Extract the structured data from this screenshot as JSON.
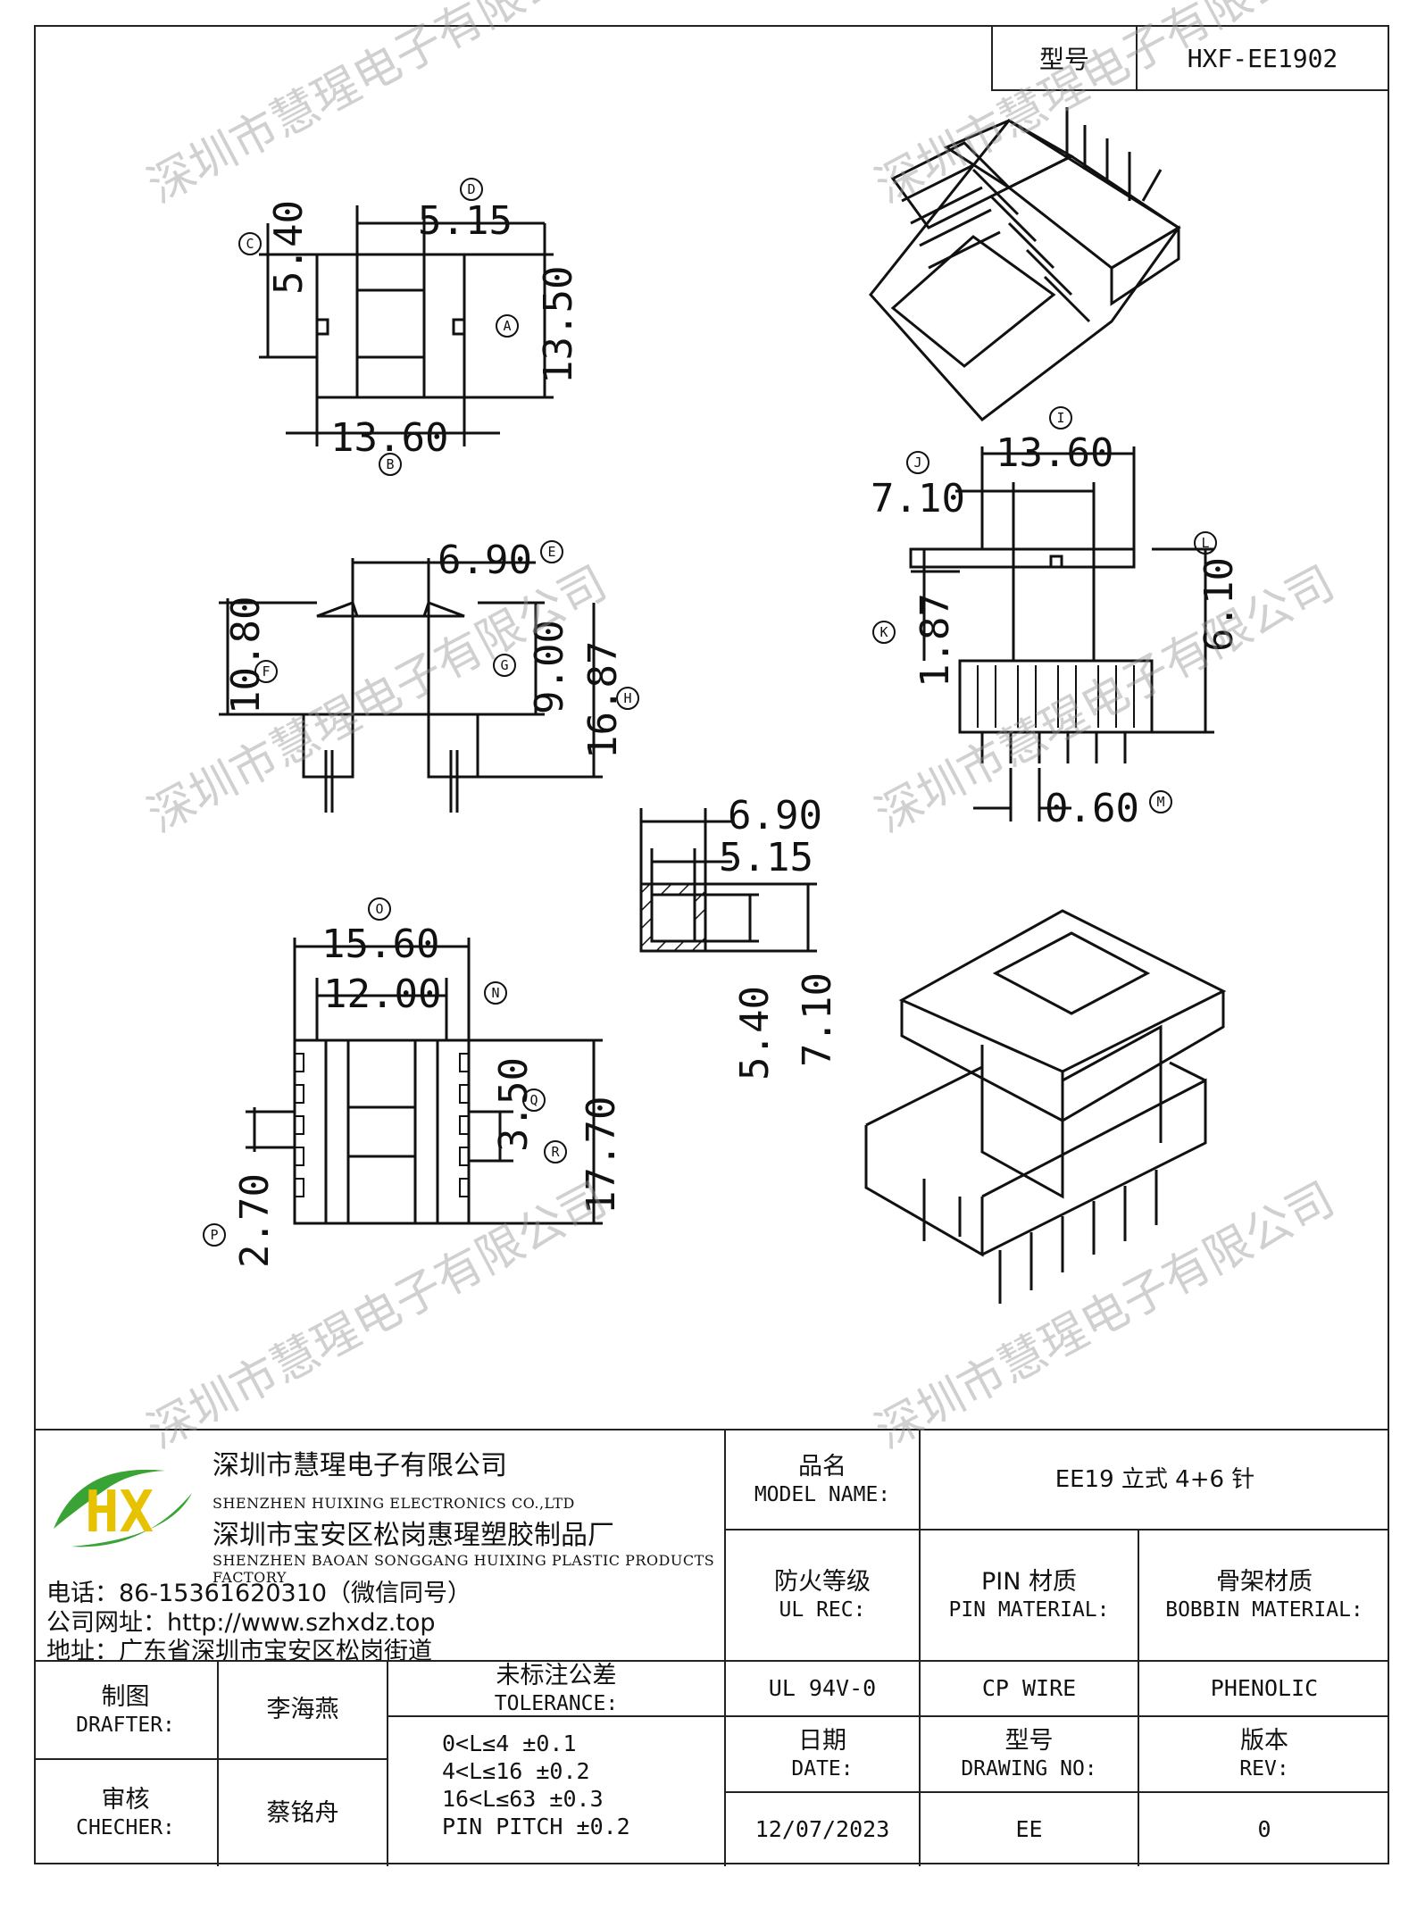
{
  "header": {
    "model_label": "型号",
    "model_value": "HXF-EE1902"
  },
  "dimensions": {
    "top": {
      "c": "5.40",
      "d": "5.15",
      "a": "13.50",
      "b": "13.60",
      "t_c": "C",
      "t_d": "D",
      "t_a": "A",
      "t_b": "B"
    },
    "side_left": {
      "e": "6.90",
      "f": "10.80",
      "g": "9.00",
      "h": "16.87",
      "t_e": "E",
      "t_f": "F",
      "t_g": "G",
      "t_h": "H"
    },
    "side_right": {
      "i": "13.60",
      "j": "7.10",
      "k": "1.87",
      "l": "6.10",
      "m": "0.60",
      "t_i": "I",
      "t_j": "J",
      "t_k": "K",
      "t_l": "L",
      "t_m": "M"
    },
    "section": {
      "a": "6.90",
      "b": "5.15",
      "c": "5.40",
      "d": "7.10"
    },
    "bottom": {
      "o": "15.60",
      "n": "12.00",
      "q": "3.50",
      "r": "17.70",
      "p": "2.70",
      "t_o": "O",
      "t_n": "N",
      "t_q": "Q",
      "t_r": "R",
      "t_p": "P"
    }
  },
  "company": {
    "logo_text": "HX",
    "name_cn": "深圳市慧瑆电子有限公司",
    "name_en": "SHENZHEN HUIXING ELECTRONICS CO.,LTD",
    "factory_cn": "深圳市宝安区松岗惠瑆塑胶制品厂",
    "factory_en": "SHENZHEN BAOAN SONGGANG HUIXING PLASTIC PRODUCTS FACTORY",
    "phone": "电话：86-15361620310（微信同号）",
    "website": "公司网址：http://www.szhxdz.top",
    "address": "地址：广东省深圳市宝安区松岗街道"
  },
  "title_block": {
    "model_name_cn": "品名",
    "model_name_en": "MODEL NAME:",
    "model_name_value": "EE19 立式 4+6 针",
    "ul_cn": "防火等级",
    "ul_en": "UL REC:",
    "pin_cn": "PIN 材质",
    "pin_en": "PIN MATERIAL:",
    "bobbin_cn": "骨架材质",
    "bobbin_en": "BOBBIN MATERIAL:",
    "ul_value": "UL 94V-0",
    "pin_value": "CP WIRE",
    "bobbin_value": "PHENOLIC",
    "drafter_cn": "制图",
    "drafter_en": "DRAFTER:",
    "drafter_name": "李海燕",
    "checker_cn": "审核",
    "checker_en": "CHECHER:",
    "checker_name": "蔡铭舟",
    "tolerance_cn": "未标注公差",
    "tolerance_en": "TOLERANCE:",
    "tolerance_lines": [
      "0<L≤4  ±0.1",
      "4<L≤16 ±0.2",
      "16<L≤63 ±0.3",
      "PIN PITCH ±0.2"
    ],
    "date_cn": "日期",
    "date_en": "DATE:",
    "date_value": "12/07/2023",
    "drawing_cn": "型号",
    "drawing_en": "DRAWING NO:",
    "drawing_value": "EE",
    "rev_cn": "版本",
    "rev_en": "REV:",
    "rev_value": "0"
  },
  "watermark": "深圳市慧瑆电子有限公司",
  "colors": {
    "logo_green": "#3aa335",
    "logo_yellow": "#e6c200",
    "line": "#111111"
  }
}
